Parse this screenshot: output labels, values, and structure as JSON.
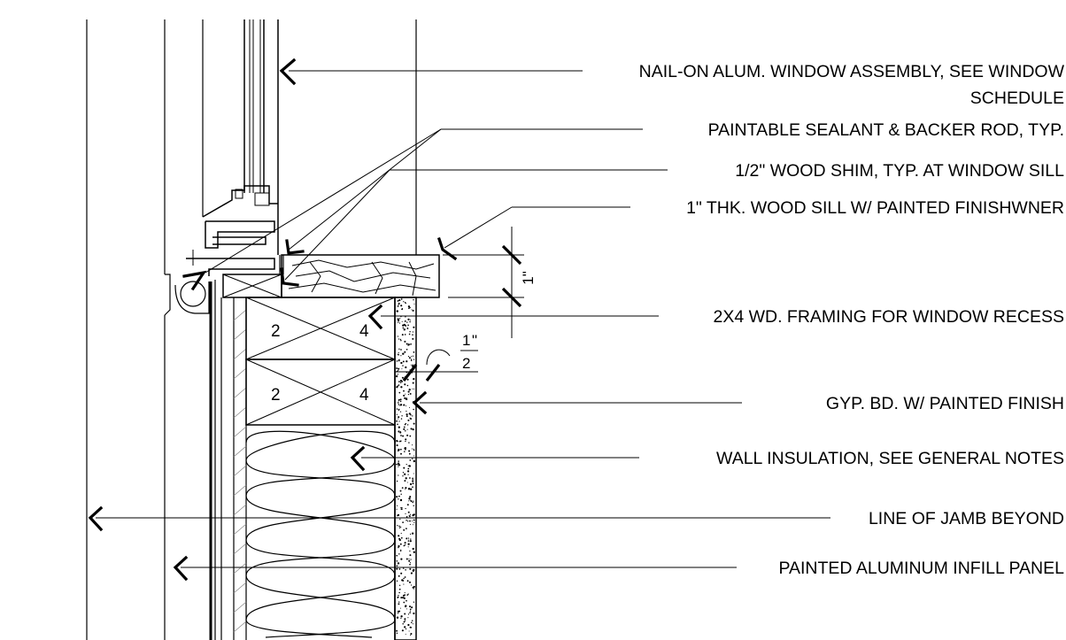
{
  "callouts": {
    "window_assembly_1": "NAIL-ON ALUM. WINDOW ASSEMBLY, SEE WINDOW",
    "window_assembly_2": "SCHEDULE",
    "sealant": "PAINTABLE SEALANT & BACKER ROD, TYP.",
    "wood_shim": "1/2\" WOOD SHIM, TYP. AT WINDOW SILL",
    "wood_sill": "1\" THK. WOOD SILL W/ PAINTED FINISHWNER",
    "framing": "2X4 WD. FRAMING FOR WINDOW RECESS",
    "gyp_bd": "GYP. BD. W/ PAINTED FINISH",
    "insulation": "WALL INSULATION, SEE GENERAL NOTES",
    "jamb": "LINE OF JAMB BEYOND",
    "infill_panel": "PAINTED ALUMINUM INFILL PANEL"
  },
  "dimensions": {
    "sill_thickness": "1\"",
    "gyp_numerator": "1",
    "gyp_unit": "\"",
    "gyp_denominator": "2"
  },
  "studs": [
    {
      "left": "2",
      "right": "4"
    },
    {
      "left": "2",
      "right": "4"
    }
  ]
}
